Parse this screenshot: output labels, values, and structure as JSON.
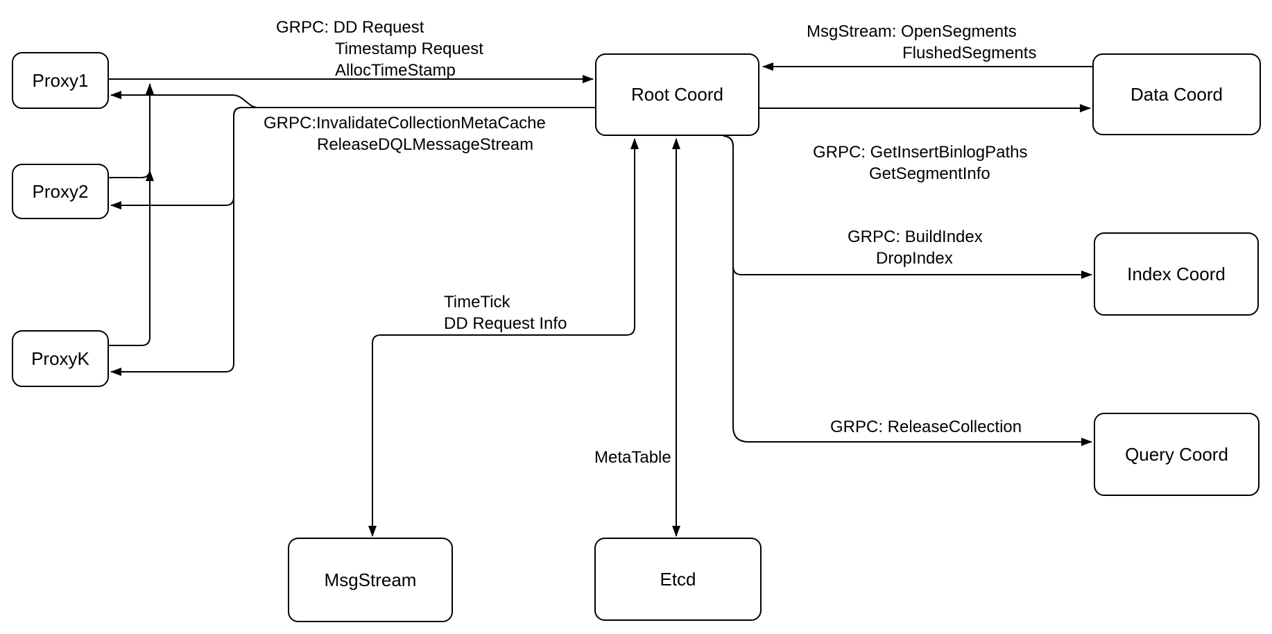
{
  "diagram": {
    "background": "#ffffff",
    "stroke_color": "#000000",
    "text_color": "#000000",
    "nodes": {
      "proxy1": {
        "label": "Proxy1"
      },
      "proxy2": {
        "label": "Proxy2"
      },
      "proxyk": {
        "label": "ProxyK"
      },
      "root_coord": {
        "label": "Root Coord"
      },
      "data_coord": {
        "label": "Data Coord"
      },
      "index_coord": {
        "label": "Index Coord"
      },
      "query_coord": {
        "label": "Query Coord"
      },
      "msgstream": {
        "label": "MsgStream"
      },
      "etcd": {
        "label": "Etcd"
      }
    },
    "edge_labels": {
      "proxies_to_root": {
        "line1": "GRPC: DD Request",
        "line2": "Timestamp Request",
        "line3": "AllocTimeStamp"
      },
      "root_to_proxies": {
        "line1": "GRPC:InvalidateCollectionMetaCache",
        "line2": "ReleaseDQLMessageStream"
      },
      "data_to_root": {
        "line1": "MsgStream: OpenSegments",
        "line2": "FlushedSegments"
      },
      "root_to_data": {
        "line1": "GRPC: GetInsertBinlogPaths",
        "line2": "GetSegmentInfo"
      },
      "root_to_index": {
        "line1": "GRPC: BuildIndex",
        "line2": "DropIndex"
      },
      "root_to_query": {
        "line1": "GRPC: ReleaseCollection"
      },
      "root_to_msgstream": {
        "line1": "TimeTick",
        "line2": "DD Request Info"
      },
      "root_to_etcd": {
        "line1": "MetaTable"
      }
    },
    "edges": [
      {
        "from": "Proxy1",
        "to": "Root Coord",
        "label": "GRPC: DD Request / Timestamp Request / AllocTimeStamp"
      },
      {
        "from": "Proxy2",
        "to": "Root Coord"
      },
      {
        "from": "ProxyK",
        "to": "Root Coord"
      },
      {
        "from": "Root Coord",
        "to": "Proxy1",
        "label": "GRPC:InvalidateCollectionMetaCache / ReleaseDQLMessageStream"
      },
      {
        "from": "Root Coord",
        "to": "Proxy2"
      },
      {
        "from": "Root Coord",
        "to": "ProxyK"
      },
      {
        "from": "Data Coord",
        "to": "Root Coord",
        "label": "MsgStream: OpenSegments / FlushedSegments"
      },
      {
        "from": "Root Coord",
        "to": "Data Coord",
        "label": "GRPC: GetInsertBinlogPaths / GetSegmentInfo"
      },
      {
        "from": "Root Coord",
        "to": "Index Coord",
        "label": "GRPC: BuildIndex / DropIndex"
      },
      {
        "from": "Root Coord",
        "to": "Query Coord",
        "label": "GRPC: ReleaseCollection"
      },
      {
        "from": "Root Coord",
        "to": "MsgStream",
        "label": "TimeTick / DD Request Info",
        "bidirectional": true
      },
      {
        "from": "Root Coord",
        "to": "Etcd",
        "label": "MetaTable",
        "bidirectional": true
      }
    ]
  }
}
